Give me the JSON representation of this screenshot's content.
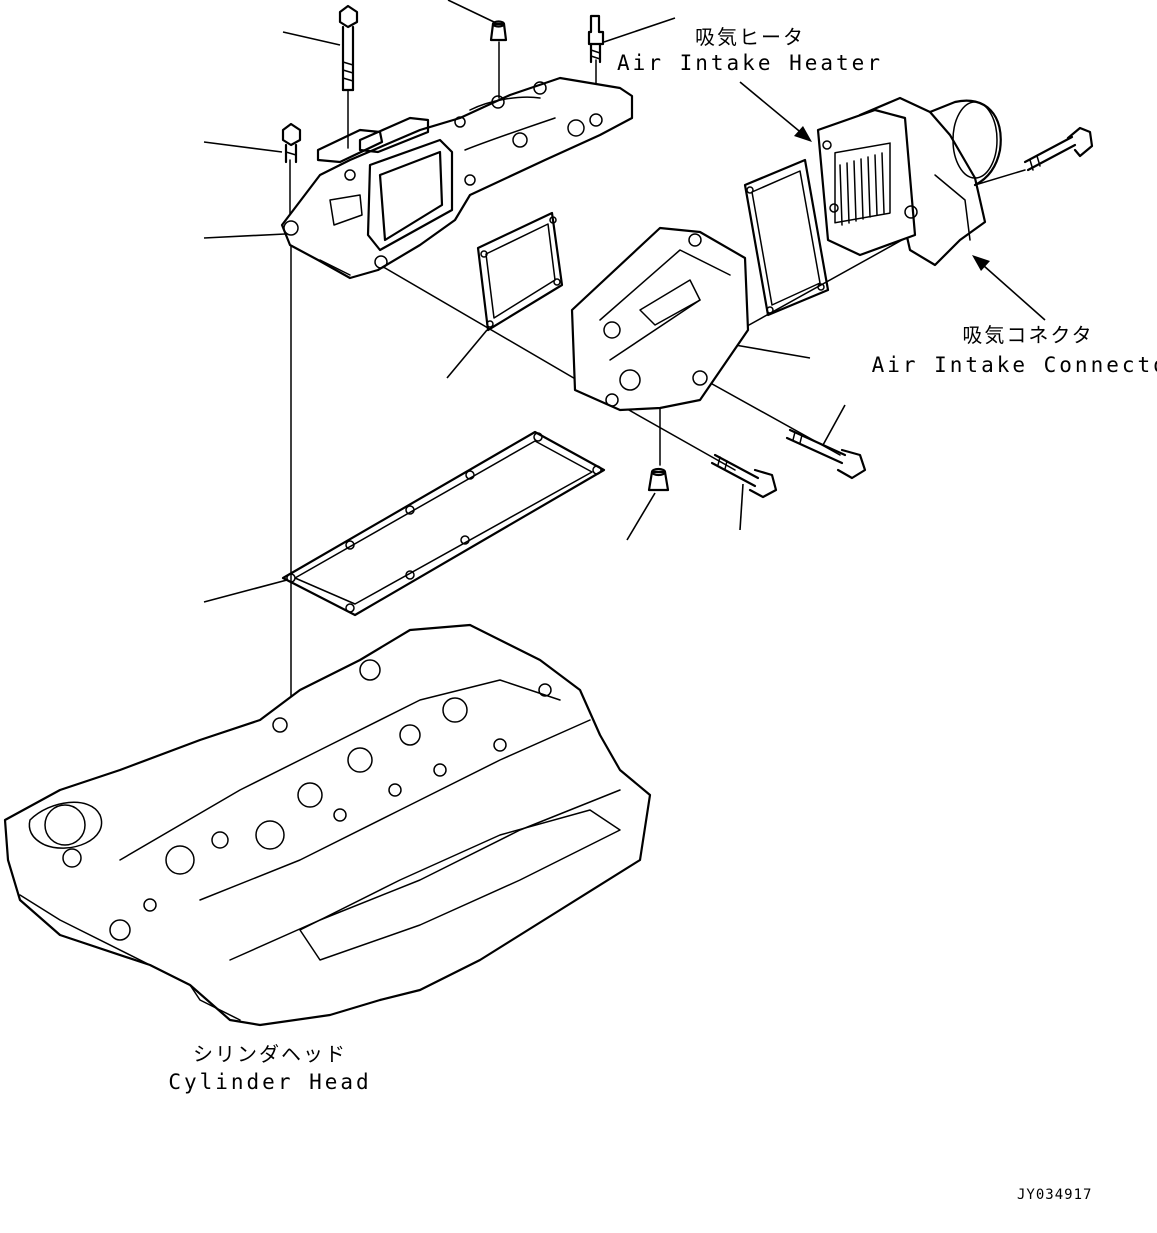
{
  "labels": {
    "air_intake_heater": {
      "jp": "吸気ヒータ",
      "en": "Air Intake Heater"
    },
    "air_intake_connector": {
      "jp": "吸気コネクタ",
      "en": "Air Intake Connector"
    },
    "cylinder_head": {
      "jp": "シリンダヘッド",
      "en": "Cylinder Head"
    }
  },
  "drawing_code": "JY034917",
  "icons": {
    "arrow": "arrow-icon"
  }
}
